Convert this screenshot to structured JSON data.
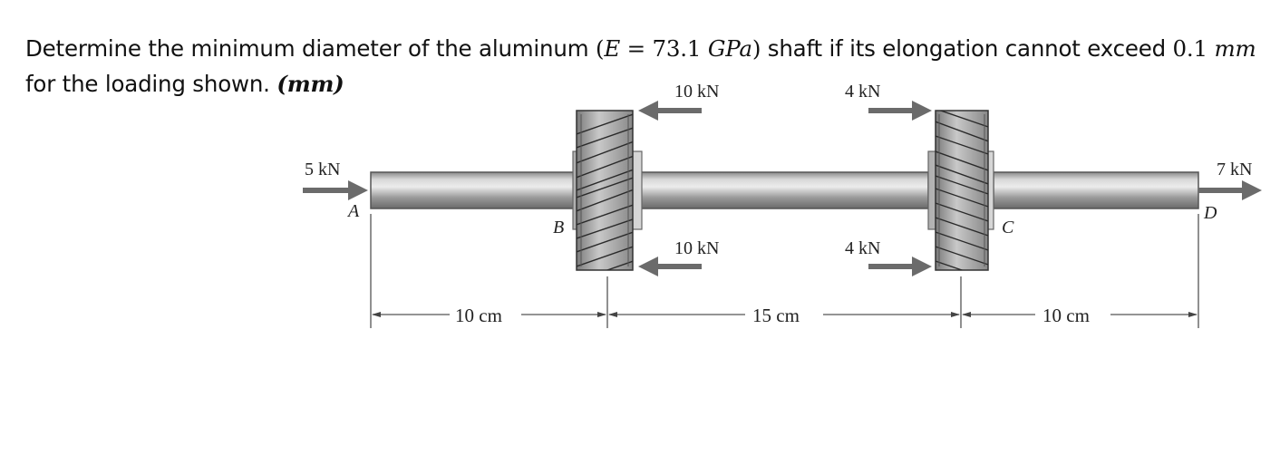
{
  "question": {
    "part1": "Determine the minimum diameter of the aluminum ",
    "paren_open": "(",
    "E_symbol": "E",
    "equals": " = ",
    "E_value": "73.1 ",
    "E_unit": "GPa",
    "paren_close": ")",
    "part2": " shaft if its elongation cannot exceed ",
    "limit_value": "0.1 ",
    "limit_unit": "mm",
    "part3": " for the loading shown. ",
    "answer_unit": "(mm)"
  },
  "figure": {
    "points": {
      "A": "A",
      "B": "B",
      "C": "C",
      "D": "D"
    },
    "loads": {
      "at_A": "5 kN",
      "at_B_top": "10 kN",
      "at_B_bottom": "10 kN",
      "at_C_top": "4 kN",
      "at_C_bottom": "4 kN",
      "at_D": "7 kN"
    },
    "dimensions": {
      "AB": "10 cm",
      "BC": "15 cm",
      "CD": "10 cm"
    },
    "colors": {
      "shaft_dark": "#6e6e6e",
      "shaft_light": "#e6e6e6",
      "arrow": "#6b6b6b",
      "gear": "#8a8a8a",
      "dim_line": "#555555"
    }
  }
}
